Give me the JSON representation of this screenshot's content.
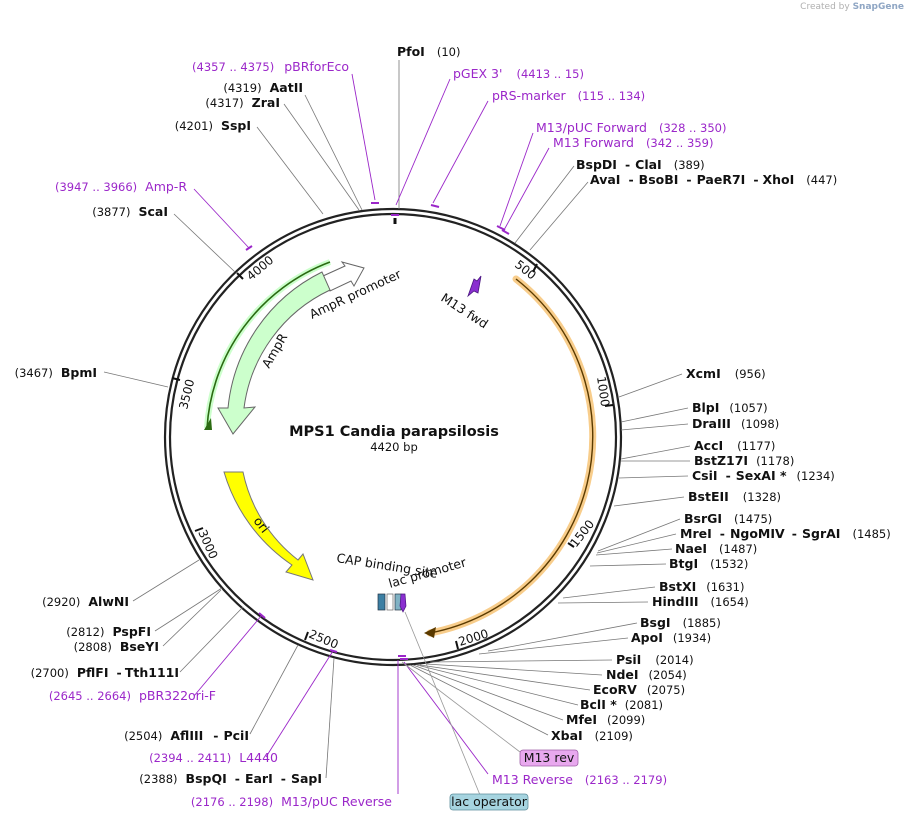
{
  "brand": {
    "prefix": "Created by",
    "name": "SnapGene"
  },
  "plasmid": {
    "name": "MPS1 Candia parapsilosis",
    "size_label": "4420 bp",
    "length": 4420
  },
  "ticks": [
    "500",
    "1000",
    "1500",
    "2000",
    "2500",
    "3000",
    "3500",
    "4000"
  ],
  "colors": {
    "primer": "#9b27c9",
    "ampr": "#ccffcc",
    "ori": "#ffff00",
    "orf": "#f5b85a",
    "lac_operator_tag": "#a6d4e0",
    "m13rev_tag": "#e8a8ee"
  },
  "enzymes": [
    {
      "name": "PfoI",
      "pos": "(10)"
    },
    {
      "name": "AatII",
      "pos": "(4319)"
    },
    {
      "name": "ZraI",
      "pos": "(4317)"
    },
    {
      "name": "SspI",
      "pos": "(4201)"
    },
    {
      "name": "ScaI",
      "pos": "(3877)"
    },
    {
      "name": "BpmI",
      "pos": "(3467)"
    },
    {
      "name": "BspDI",
      "sep": "-",
      "name2": "ClaI",
      "pos": "(389)"
    },
    {
      "name": "AvaI",
      "sep": "-",
      "name2": "BsoBI",
      "sep2": "-",
      "name3": "PaeR7I",
      "sep3": "-",
      "name4": "XhoI",
      "pos": "(447)"
    },
    {
      "name": "XcmI",
      "pos": "(956)"
    },
    {
      "name": "BlpI",
      "pos": "(1057)"
    },
    {
      "name": "DraIII",
      "pos": "(1098)"
    },
    {
      "name": "AccI",
      "pos": "(1177)"
    },
    {
      "name": "BstZ17I",
      "pos": "(1178)"
    },
    {
      "name": "CsiI",
      "sep": "-",
      "name2": "SexAI *",
      "pos": "(1234)"
    },
    {
      "name": "BstEII",
      "pos": "(1328)"
    },
    {
      "name": "BsrGI",
      "pos": "(1475)"
    },
    {
      "name": "MreI",
      "sep": "-",
      "name2": "NgoMIV",
      "sep2": "-",
      "name3": "SgrAI",
      "pos": "(1485)"
    },
    {
      "name": "NaeI",
      "pos": "(1487)"
    },
    {
      "name": "BtgI",
      "pos": "(1532)"
    },
    {
      "name": "BstXI",
      "pos": "(1631)"
    },
    {
      "name": "HindIII",
      "pos": "(1654)"
    },
    {
      "name": "BsgI",
      "pos": "(1885)"
    },
    {
      "name": "ApoI",
      "pos": "(1934)"
    },
    {
      "name": "PsiI",
      "pos": "(2014)"
    },
    {
      "name": "NdeI",
      "pos": "(2054)"
    },
    {
      "name": "EcoRV",
      "pos": "(2075)"
    },
    {
      "name": "BclI *",
      "pos": "(2081)"
    },
    {
      "name": "MfeI",
      "pos": "(2099)"
    },
    {
      "name": "XbaI",
      "pos": "(2109)"
    },
    {
      "name": "AlwNI",
      "pos": "(2920)"
    },
    {
      "name": "PspFI",
      "pos": "(2812)"
    },
    {
      "name": "BseYI",
      "pos": "(2808)"
    },
    {
      "name": "PflFI",
      "sep": "-",
      "name2": "Tth111I",
      "pos": "(2700)"
    },
    {
      "name": "AflIII",
      "sep": "-",
      "name2": "PciI",
      "pos": "(2504)"
    },
    {
      "name": "BspQI",
      "sep": "-",
      "name2": "EarI",
      "sep2": "-",
      "name3": "SapI",
      "pos": "(2388)"
    }
  ],
  "primers": [
    {
      "name": "pBRforEco",
      "range": "(4357 .. 4375)"
    },
    {
      "name": "pGEX 3'",
      "range": "(4413 .. 15)"
    },
    {
      "name": "pRS-marker",
      "range": "(115 .. 134)"
    },
    {
      "name": "M13/pUC Forward",
      "range": "(328 .. 350)"
    },
    {
      "name": "M13 Forward",
      "range": "(342 .. 359)"
    },
    {
      "name": "Amp-R",
      "range": "(3947 .. 3966)"
    },
    {
      "name": "pBR322ori-F",
      "range": "(2645 .. 2664)"
    },
    {
      "name": "L4440",
      "range": "(2394 .. 2411)"
    },
    {
      "name": "M13/pUC Reverse",
      "range": "(2176 .. 2198)"
    },
    {
      "name": "M13 Reverse",
      "range": "(2163 .. 2179)"
    }
  ],
  "features": {
    "ampr_promoter": "AmpR promoter",
    "ampr": "AmpR",
    "m13_fwd": "M13 fwd",
    "ori": "ori",
    "cap_site": "CAP binding site",
    "lac_promoter": "lac promoter",
    "m13_rev": "M13 rev",
    "lac_operator": "lac operator"
  }
}
